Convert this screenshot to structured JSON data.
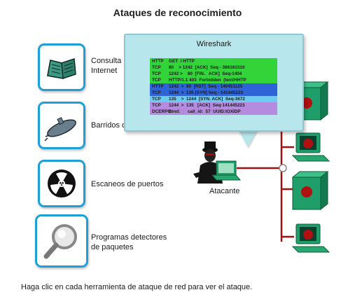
{
  "title": "Ataques de reconocimiento",
  "tools": [
    {
      "name": "internet-query",
      "label_line1": "Consulta",
      "label_line2": "Internet",
      "icon": "book-icon"
    },
    {
      "name": "ping-sweep",
      "label_line1": "Barridos de ping",
      "label_line2": "",
      "icon": "submarine-icon"
    },
    {
      "name": "port-scan",
      "label_line1": "Escaneos de puertos",
      "label_line2": "",
      "icon": "radiation-icon"
    },
    {
      "name": "packet-sniffer",
      "label_line1": "Programas detectores",
      "label_line2": "de paquetes",
      "icon": "magnifier-icon"
    }
  ],
  "wireshark": {
    "title": "Wireshark",
    "packets": [
      {
        "proto": "HTTP",
        "info": "GET  / HTTP",
        "color": "#33d33a"
      },
      {
        "proto": "TCP",
        "info": "80    > 1242  [ACK]  Seq - 366161510",
        "color": "#33d33a"
      },
      {
        "proto": "TCP",
        "info": "1242 >    80  [FIN.   ACK]  Seq-1404",
        "color": "#33d33a"
      },
      {
        "proto": "TCP",
        "info": "HTTP/1.1 403  Forbidden  (text/HHTP",
        "color": "#33d33a"
      },
      {
        "proto": "HTTP",
        "info": "1242  >  80  [RST]  Seq - 140451125",
        "color": "#2f63d8"
      },
      {
        "proto": "TCP",
        "info": "1244  >  135 [SYN] Seq - 141445223",
        "color": "#2f63d8"
      },
      {
        "proto": "TCP",
        "info": "135    >  1244  [SYN. ACK]  Seq-3672",
        "color": "#6ecbf0"
      },
      {
        "proto": "TCP",
        "info": "1244  >  135   [ACK]  Seq-141445223",
        "color": "#b58be0"
      },
      {
        "proto": "DCERPC",
        "info": "Bind:      call_id:  57  UUID:IOXIDP",
        "color": "#b58be0"
      }
    ]
  },
  "attacker_label": "Atacante",
  "footer": "Haga clic en cada herramienta de ataque de red para ver el ataque.",
  "colors": {
    "accent": "#1e9fd8",
    "server_green": "#1f9e6a",
    "network_line": "#a01010",
    "panel_bg": "#b7e6ec"
  }
}
